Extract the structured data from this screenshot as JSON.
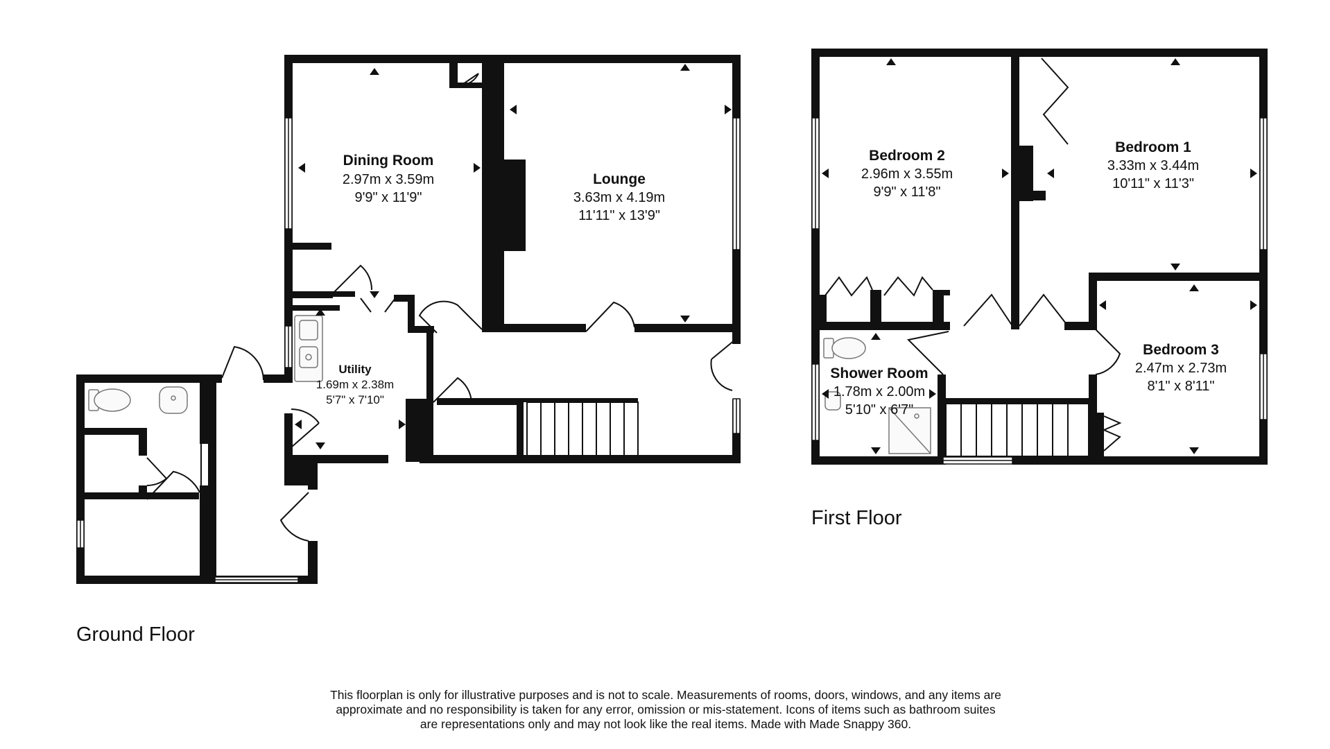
{
  "floors": {
    "ground": {
      "label": "Ground Floor",
      "rooms": {
        "dining": {
          "name": "Dining Room",
          "metric": "2.97m x 3.59m",
          "imperial": "9'9\" x 11'9\""
        },
        "lounge": {
          "name": "Lounge",
          "metric": "3.63m x 4.19m",
          "imperial": "11'11\" x 13'9\""
        },
        "utility": {
          "name": "Utility",
          "metric": "1.69m x 2.38m",
          "imperial": "5'7\" x 7'10\""
        }
      }
    },
    "first": {
      "label": "First Floor",
      "rooms": {
        "bedroom2": {
          "name": "Bedroom 2",
          "metric": "2.96m x 3.55m",
          "imperial": "9'9\" x 11'8\""
        },
        "bedroom1": {
          "name": "Bedroom 1",
          "metric": "3.33m x 3.44m",
          "imperial": "10'11\" x 11'3\""
        },
        "bedroom3": {
          "name": "Bedroom 3",
          "metric": "2.47m x 2.73m",
          "imperial": "8'1\" x 8'11\""
        },
        "shower": {
          "name": "Shower Room",
          "metric": "1.78m x 2.00m",
          "imperial": "5'10\" x 6'7\""
        }
      }
    }
  },
  "disclaimer": {
    "line1": "This floorplan is only for illustrative purposes and is not to scale. Measurements of rooms, doors, windows, and any items are",
    "line2": "approximate and no responsibility is taken for any error, omission or mis-statement. Icons of items such as bathroom suites",
    "line3": "are representations only and may not look like the real items. Made with Made Snappy 360."
  }
}
